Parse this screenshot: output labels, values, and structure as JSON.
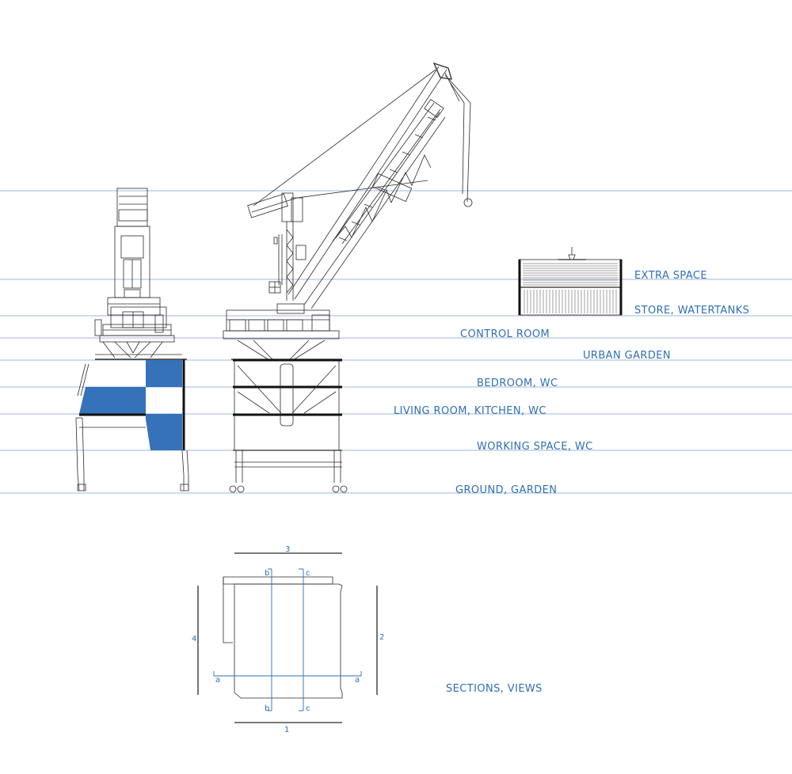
{
  "levels": [
    {
      "label": "EXTRA SPACE"
    },
    {
      "label": "STORE, WATERTANKS"
    },
    {
      "label": "CONTROL ROOM"
    },
    {
      "label": "URBAN GARDEN"
    },
    {
      "label": "BEDROOM, WC"
    },
    {
      "label": "LIVING ROOM, KITCHEN, WC"
    },
    {
      "label": "WORKING SPACE, WC"
    },
    {
      "label": "GROUND, GARDEN"
    }
  ],
  "plan": {
    "caption": "SECTIONS, VIEWS",
    "view_markers": [
      "1",
      "2",
      "3",
      "4"
    ],
    "section_markers": [
      "a",
      "a",
      "b",
      "b",
      "c",
      "c"
    ]
  },
  "colors": {
    "accent_blue": "#3572ba",
    "label_blue": "#2f6fb5",
    "level_line": "#7ea3d1",
    "ink": "#2a2a2a"
  }
}
